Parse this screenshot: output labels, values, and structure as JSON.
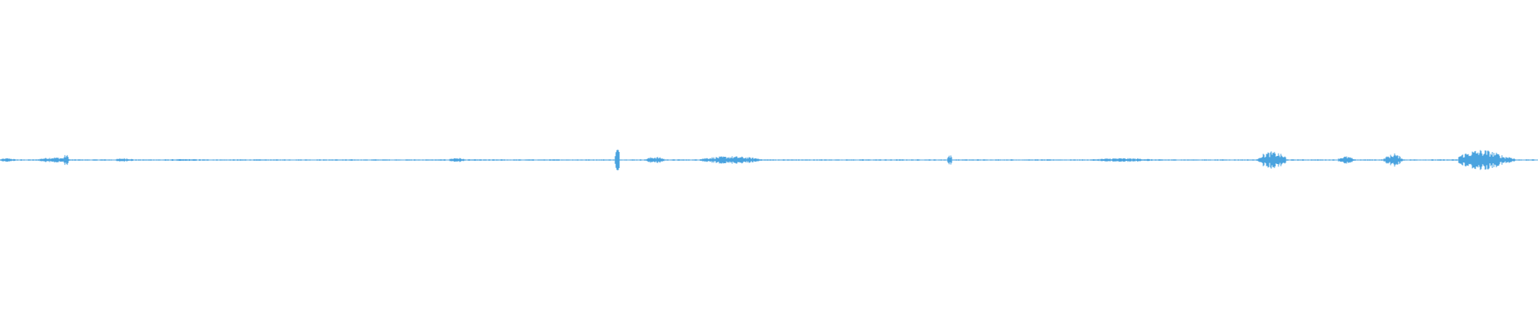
{
  "colors": {
    "background": "#ffffff",
    "waveform": "#4aa3df"
  },
  "waveform": {
    "duration_fraction_samples": 1,
    "amplitude_scale": 1.0,
    "bursts": [
      {
        "pos": 0.0,
        "width": 0.01,
        "amp": 0.004
      },
      {
        "pos": 0.025,
        "width": 0.02,
        "amp": 0.006
      },
      {
        "pos": 0.041,
        "width": 0.004,
        "amp": 0.012
      },
      {
        "pos": 0.075,
        "width": 0.012,
        "amp": 0.004
      },
      {
        "pos": 0.1,
        "width": 0.04,
        "amp": 0.002
      },
      {
        "pos": 0.292,
        "width": 0.01,
        "amp": 0.005
      },
      {
        "pos": 0.4,
        "width": 0.003,
        "amp": 0.028
      },
      {
        "pos": 0.42,
        "width": 0.012,
        "amp": 0.007
      },
      {
        "pos": 0.455,
        "width": 0.04,
        "amp": 0.008
      },
      {
        "pos": 0.616,
        "width": 0.003,
        "amp": 0.012
      },
      {
        "pos": 0.71,
        "width": 0.04,
        "amp": 0.004
      },
      {
        "pos": 0.818,
        "width": 0.018,
        "amp": 0.018
      },
      {
        "pos": 0.87,
        "width": 0.01,
        "amp": 0.008
      },
      {
        "pos": 0.9,
        "width": 0.012,
        "amp": 0.012
      },
      {
        "pos": 0.905,
        "width": 0.003,
        "amp": 0.018
      },
      {
        "pos": 0.948,
        "width": 0.03,
        "amp": 0.022
      },
      {
        "pos": 0.975,
        "width": 0.01,
        "amp": 0.008
      }
    ],
    "baseline_noise": 0.0015
  }
}
